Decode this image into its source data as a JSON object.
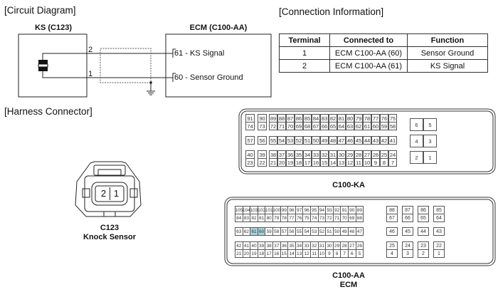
{
  "sections": {
    "circuit": "[Circuit Diagram]",
    "connection": "[Connection Information]",
    "harness": "[Harness Connector]"
  },
  "circuit": {
    "sensor_box_label": "KS (C123)",
    "ecm_box_label": "ECM (C100-AA)",
    "wire_labels": [
      "2",
      "1"
    ],
    "ecm_pins": [
      "61 - KS Signal",
      "60 - Sensor Ground"
    ]
  },
  "connection_table": {
    "headers": [
      "Terminal",
      "Connected to",
      "Function"
    ],
    "rows": [
      [
        "1",
        "ECM C100-AA (60)",
        "Sensor Ground"
      ],
      [
        "2",
        "ECM C100-AA (61)",
        "KS Signal"
      ]
    ]
  },
  "harness": {
    "sensor_connector": {
      "pins": [
        "2",
        "1"
      ],
      "label_line1": "C123",
      "label_line2": "Knock Sensor"
    },
    "ecm_ka": {
      "label": "C100-KA",
      "rows": [
        [
          "91",
          "90",
          "89",
          "88",
          "87",
          "86",
          "85",
          "84",
          "83",
          "82",
          "81",
          "80",
          "79",
          "78",
          "77",
          "76",
          "75"
        ],
        [
          "74",
          "73",
          "72",
          "71",
          "70",
          "69",
          "68",
          "67",
          "66",
          "65",
          "64",
          "63",
          "62",
          "61",
          "60",
          "59",
          "58"
        ],
        [
          "57",
          "56",
          "55",
          "54",
          "53",
          "52",
          "51",
          "50",
          "49",
          "48",
          "47",
          "46",
          "45",
          "44",
          "43",
          "42",
          "41"
        ],
        [
          "40",
          "39",
          "38",
          "37",
          "36",
          "35",
          "34",
          "33",
          "32",
          "31",
          "30",
          "29",
          "28",
          "27",
          "26",
          "25",
          "24"
        ],
        [
          "23",
          "22",
          "21",
          "20",
          "19",
          "18",
          "17",
          "16",
          "15",
          "14",
          "13",
          "12",
          "11",
          "10",
          "9",
          "8",
          "7"
        ]
      ],
      "side_pins": [
        [
          "6",
          "5"
        ],
        [
          "4",
          "3"
        ],
        [
          "2",
          "1"
        ]
      ]
    },
    "ecm_aa": {
      "label_line1": "C100-AA",
      "label_line2": "ECM",
      "highlight_color": "#a8d3dc",
      "highlighted_pins": [
        "61",
        "60"
      ],
      "main_rows": [
        [
          "105",
          "104",
          "103",
          "102",
          "101",
          "100",
          "99",
          "98",
          "97",
          "96",
          "95",
          "94",
          "93",
          "92",
          "91",
          "90",
          "89"
        ],
        [
          "84",
          "83",
          "82",
          "81",
          "80",
          "79",
          "78",
          "77",
          "76",
          "75",
          "74",
          "73",
          "72",
          "71",
          "70",
          "69",
          "68"
        ],
        [
          "63",
          "62",
          "61",
          "60",
          "59",
          "58",
          "57",
          "56",
          "55",
          "54",
          "53",
          "52",
          "51",
          "50",
          "49",
          "48",
          "47"
        ],
        [
          "42",
          "41",
          "40",
          "39",
          "38",
          "37",
          "36",
          "35",
          "34",
          "33",
          "32",
          "31",
          "30",
          "29",
          "28",
          "27",
          "26"
        ],
        [
          "21",
          "20",
          "19",
          "18",
          "17",
          "16",
          "15",
          "14",
          "13",
          "12",
          "11",
          "10",
          "9",
          "8",
          "7",
          "6",
          "5"
        ]
      ],
      "side_cols": [
        [
          "88",
          "67",
          "46",
          "25",
          "4"
        ],
        [
          "87",
          "66",
          "45",
          "24",
          "3"
        ],
        [
          "86",
          "65",
          "44",
          "23",
          "2"
        ],
        [
          "85",
          "64",
          "43",
          "22",
          "1"
        ]
      ]
    }
  }
}
